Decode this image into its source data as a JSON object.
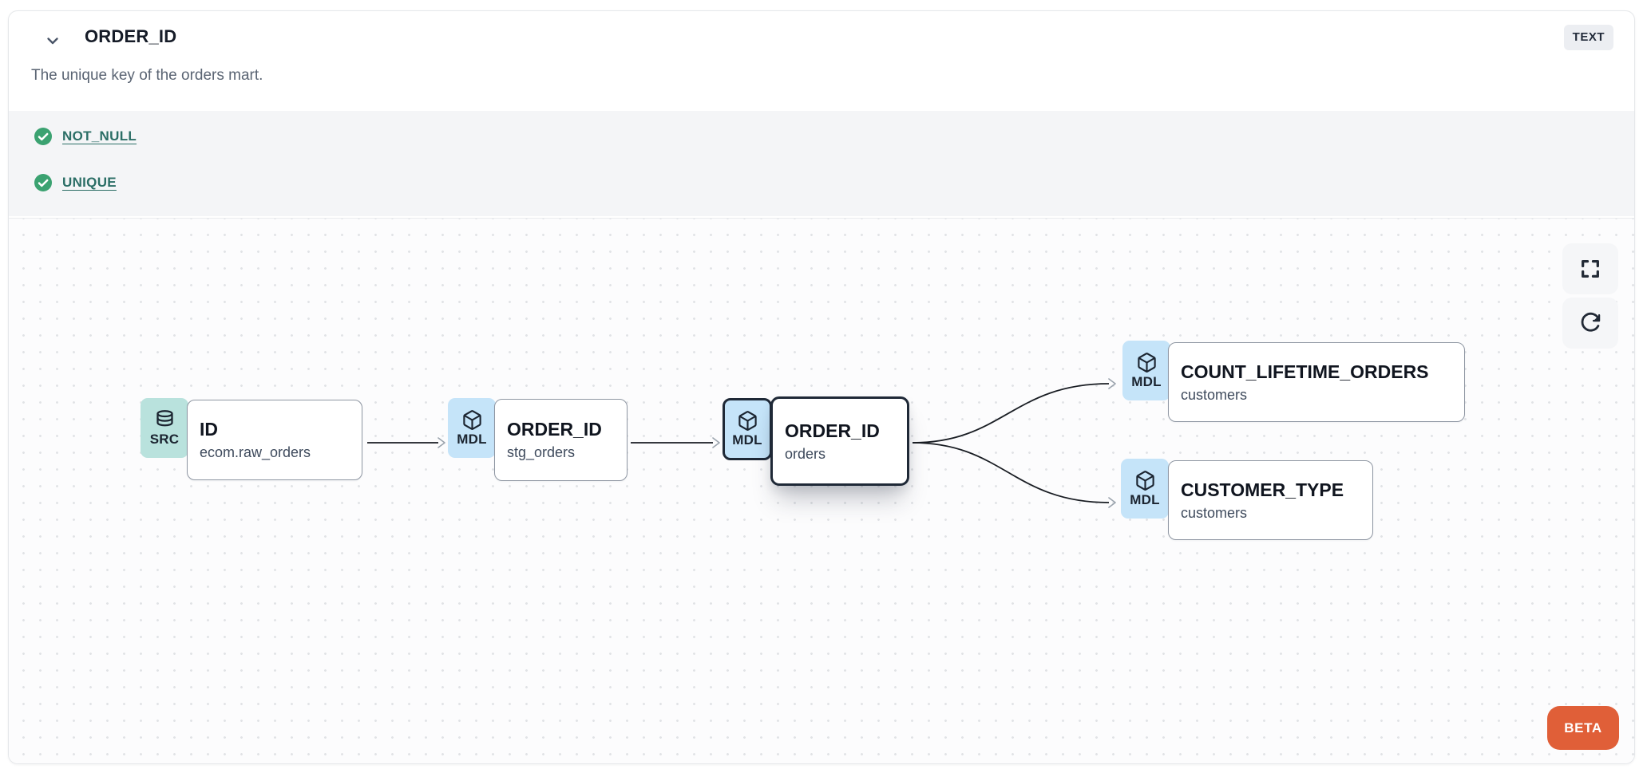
{
  "header": {
    "title": "ORDER_ID",
    "description": "The unique key of the orders mart.",
    "type_badge": "TEXT"
  },
  "tests": {
    "items": [
      {
        "label": "NOT_NULL",
        "status": "pass"
      },
      {
        "label": "UNIQUE",
        "status": "pass"
      }
    ]
  },
  "lineage": {
    "nodes": [
      {
        "kind": "source",
        "badge": "SRC",
        "icon": "database-icon",
        "title": "ID",
        "subtitle": "ecom.raw_orders",
        "selected": false
      },
      {
        "kind": "model",
        "badge": "MDL",
        "icon": "cube-icon",
        "title": "ORDER_ID",
        "subtitle": "stg_orders",
        "selected": false
      },
      {
        "kind": "model",
        "badge": "MDL",
        "icon": "cube-icon",
        "title": "ORDER_ID",
        "subtitle": "orders",
        "selected": true
      },
      {
        "kind": "model",
        "badge": "MDL",
        "icon": "cube-icon",
        "title": "COUNT_LIFETIME_ORDERS",
        "subtitle": "customers",
        "selected": false
      },
      {
        "kind": "model",
        "badge": "MDL",
        "icon": "cube-icon",
        "title": "CUSTOMER_TYPE",
        "subtitle": "customers",
        "selected": false
      }
    ],
    "edges": [
      {
        "from": "ID.ecom.raw_orders",
        "to": "ORDER_ID.stg_orders"
      },
      {
        "from": "ORDER_ID.stg_orders",
        "to": "ORDER_ID.orders"
      },
      {
        "from": "ORDER_ID.orders",
        "to": "COUNT_LIFETIME_ORDERS.customers"
      },
      {
        "from": "ORDER_ID.orders",
        "to": "CUSTOMER_TYPE.customers"
      }
    ],
    "beta_badge": "BETA"
  },
  "colors": {
    "test_pass_green": "#3ba271",
    "test_link_teal": "#2b6e66",
    "source_badge_bg": "#b9e2dd",
    "model_badge_bg": "#c5e4f9",
    "selected_outline": "#1f2937",
    "beta_orange": "#e05f38",
    "type_badge_bg": "#eceef2"
  }
}
